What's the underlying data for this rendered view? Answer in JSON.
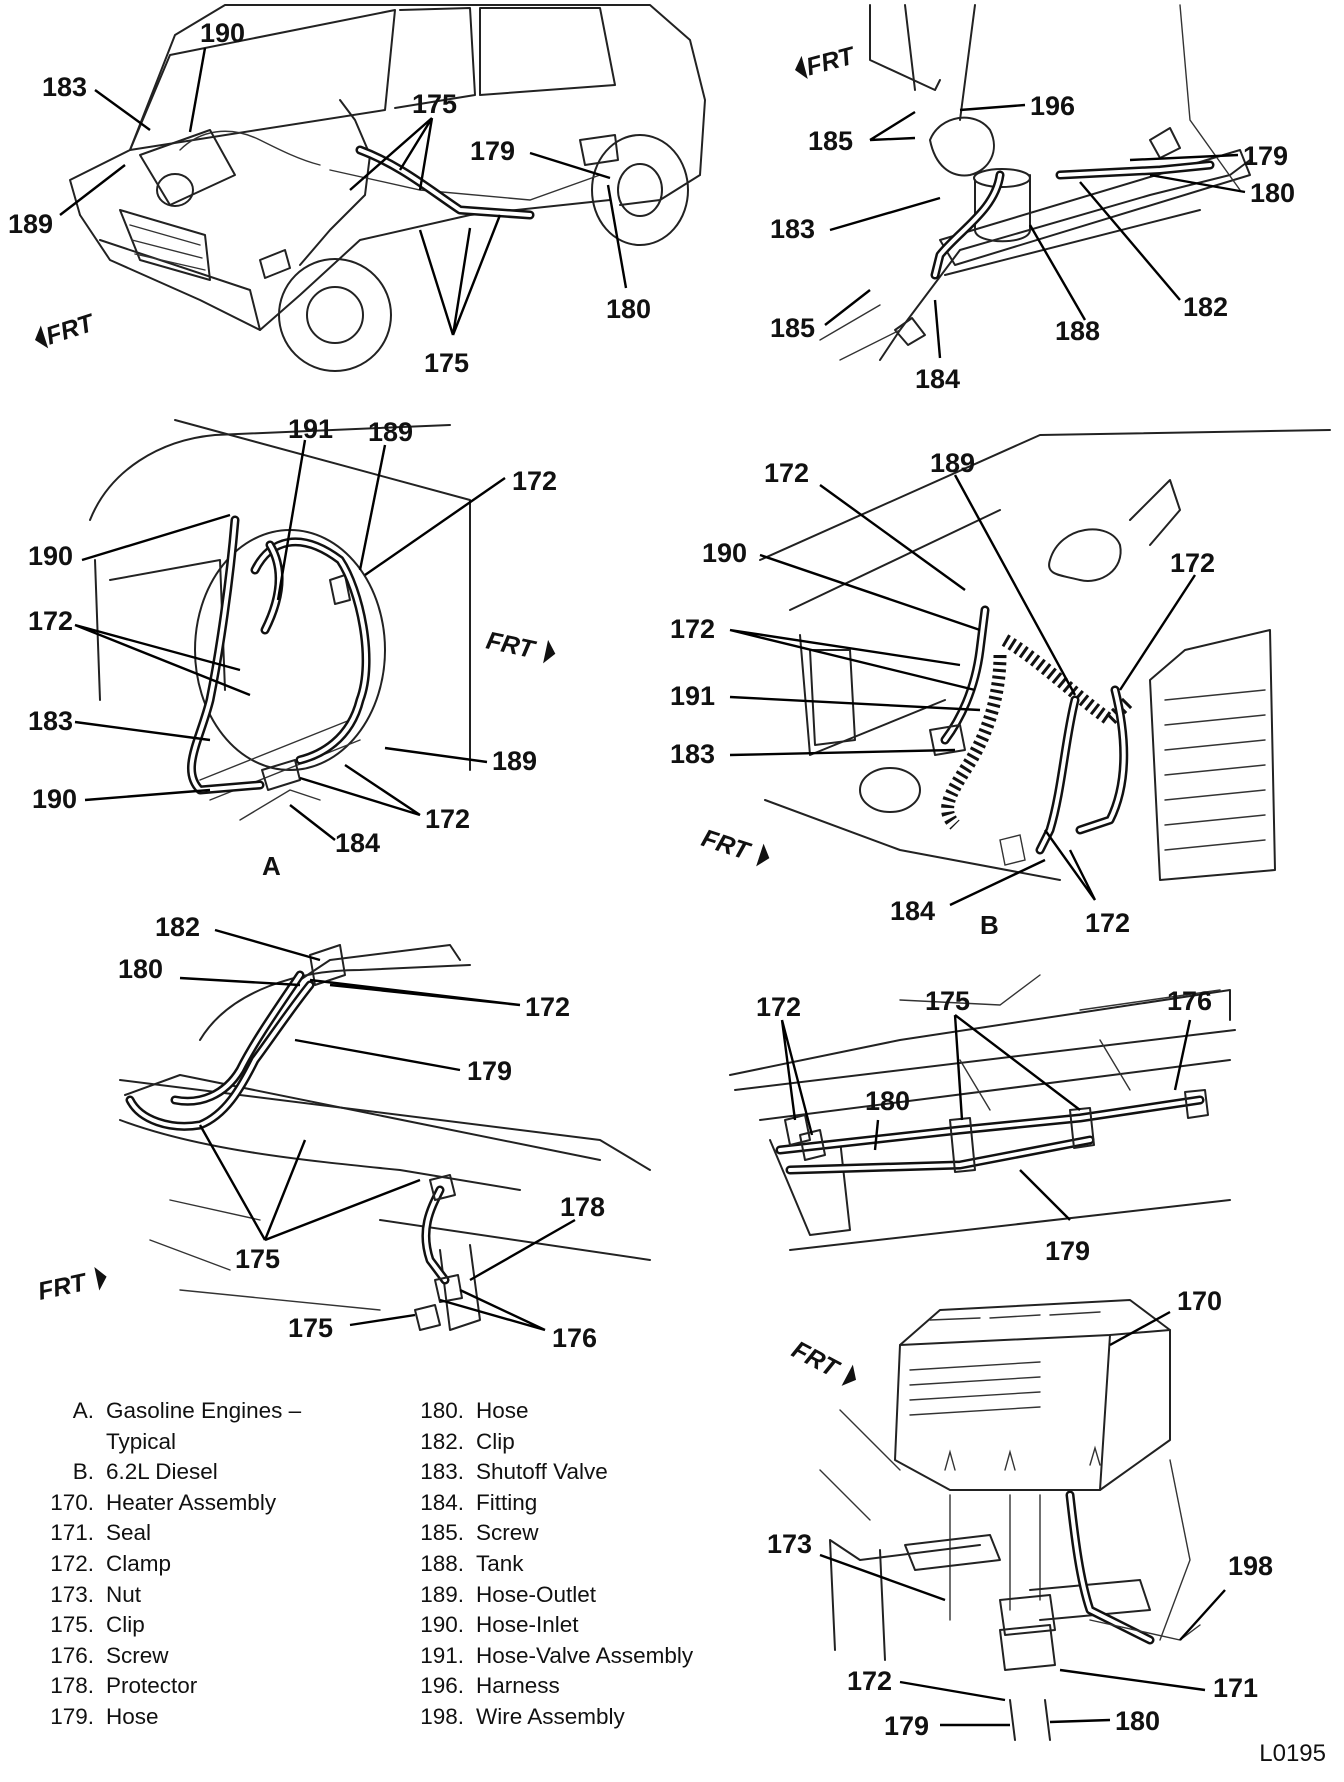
{
  "views": {
    "gasoline": {
      "id": "A"
    },
    "diesel": {
      "id": "B"
    }
  },
  "direction_label": "FRT",
  "callouts": {
    "topleft": [
      "190",
      "183",
      "175",
      "179",
      "189",
      "180",
      "175"
    ],
    "topright": [
      "196",
      "185",
      "179",
      "180",
      "183",
      "182",
      "185",
      "188",
      "184"
    ],
    "viewA": [
      "191",
      "189",
      "172",
      "190",
      "172",
      "183",
      "189",
      "190",
      "172",
      "184"
    ],
    "viewB": [
      "172",
      "189",
      "190",
      "172",
      "172",
      "191",
      "183",
      "184",
      "172"
    ],
    "midleft": [
      "182",
      "180",
      "172",
      "179",
      "178",
      "175",
      "175",
      "176"
    ],
    "midright": [
      "172",
      "175",
      "176",
      "180",
      "179"
    ],
    "heater": [
      "170",
      "173",
      "198",
      "171",
      "172",
      "179",
      "180"
    ]
  },
  "legend": {
    "left": [
      {
        "num": "A.",
        "text": "Gasoline Engines –"
      },
      {
        "num": "",
        "text": "Typical"
      },
      {
        "num": "B.",
        "text": "6.2L Diesel"
      },
      {
        "num": "170.",
        "text": "Heater Assembly"
      },
      {
        "num": "171.",
        "text": "Seal"
      },
      {
        "num": "172.",
        "text": "Clamp"
      },
      {
        "num": "173.",
        "text": "Nut"
      },
      {
        "num": "175.",
        "text": "Clip"
      },
      {
        "num": "176.",
        "text": "Screw"
      },
      {
        "num": "178.",
        "text": "Protector"
      },
      {
        "num": "179.",
        "text": "Hose"
      }
    ],
    "right": [
      {
        "num": "180.",
        "text": "Hose"
      },
      {
        "num": "182.",
        "text": "Clip"
      },
      {
        "num": "183.",
        "text": "Shutoff Valve"
      },
      {
        "num": "184.",
        "text": "Fitting"
      },
      {
        "num": "185.",
        "text": "Screw"
      },
      {
        "num": "188.",
        "text": "Tank"
      },
      {
        "num": "189.",
        "text": "Hose-Outlet"
      },
      {
        "num": "190.",
        "text": "Hose-Inlet"
      },
      {
        "num": "191.",
        "text": "Hose-Valve Assembly"
      },
      {
        "num": "196.",
        "text": "Harness"
      },
      {
        "num": "198.",
        "text": "Wire Assembly"
      }
    ]
  },
  "figure_code": "L0195"
}
